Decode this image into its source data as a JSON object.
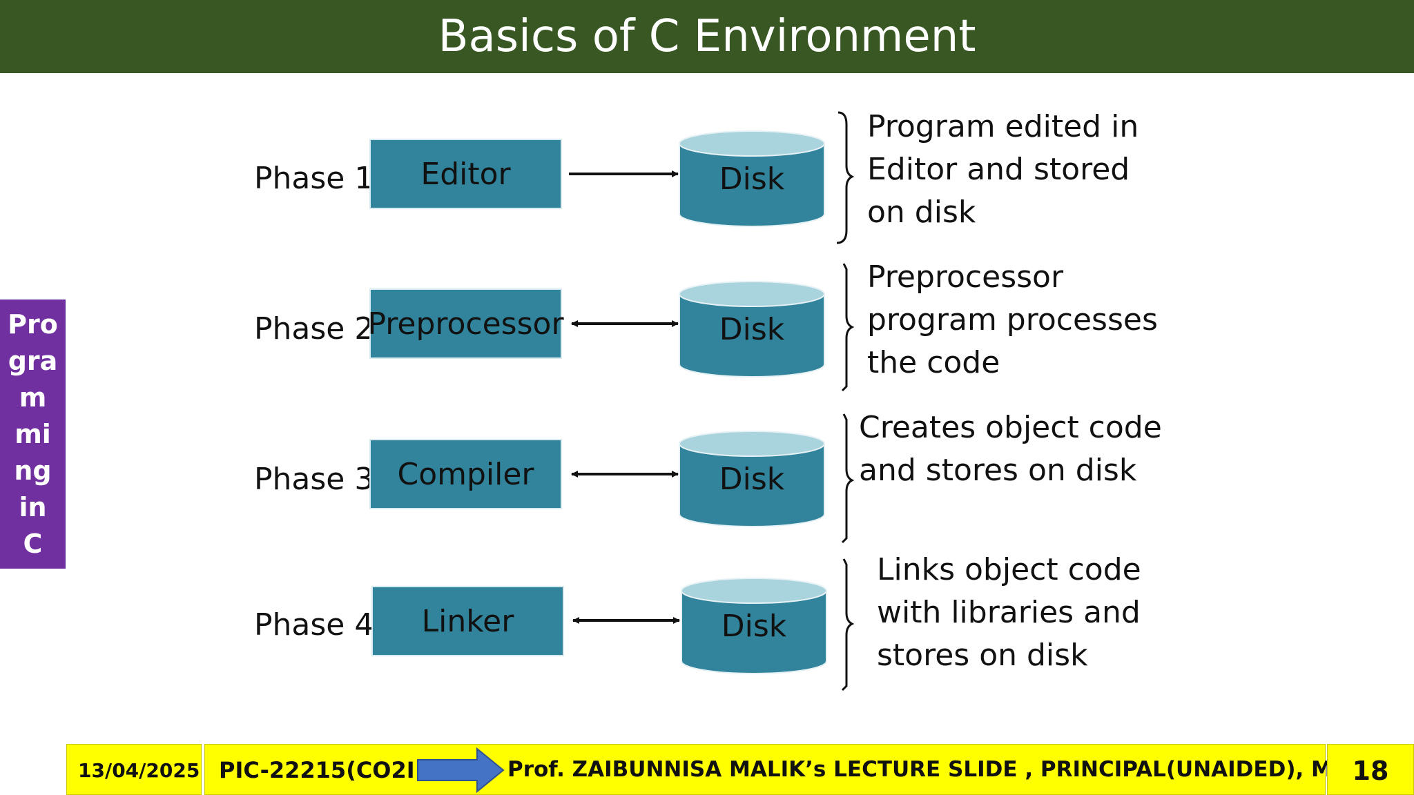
{
  "title": "Basics of C Environment",
  "side_tab": [
    "Pro",
    "gra",
    "m",
    "mi",
    "ng",
    "in",
    "C"
  ],
  "phases": [
    {
      "label": "Phase 1",
      "stage": "Editor",
      "disk": "Disk",
      "note": [
        "Program edited in",
        "Editor and stored",
        "on disk"
      ],
      "arrow": "one-way"
    },
    {
      "label": "Phase 2",
      "stage": "Preprocessor",
      "disk": "Disk",
      "note": [
        "Preprocessor",
        "program processes",
        "the code"
      ],
      "arrow": "two-way"
    },
    {
      "label": "Phase 3",
      "stage": "Compiler",
      "disk": "Disk",
      "note": [
        "Creates object code",
        "and stores on disk"
      ],
      "arrow": "two-way"
    },
    {
      "label": "Phase 4",
      "stage": "Linker",
      "disk": "Disk",
      "note": [
        "Links object code",
        "with libraries and",
        "stores on disk"
      ],
      "arrow": "two-way"
    }
  ],
  "footer": {
    "date": "13/04/2025",
    "course": "PIC-22215(CO2I )",
    "presenter": "Prof. ZAIBUNNISA MALIK’s LECTURE SLIDE , PRINCIPAL(UNAIDED), MHSSP",
    "page": "18"
  },
  "colors": {
    "title_bar": "#385723",
    "side_tab": "#7030A0",
    "stage_box": "#31849B",
    "disk_body": "#31849B",
    "disk_top": "#a9d3dd",
    "footer": "#FFFF00",
    "footer_arrow": "#4472C4"
  }
}
